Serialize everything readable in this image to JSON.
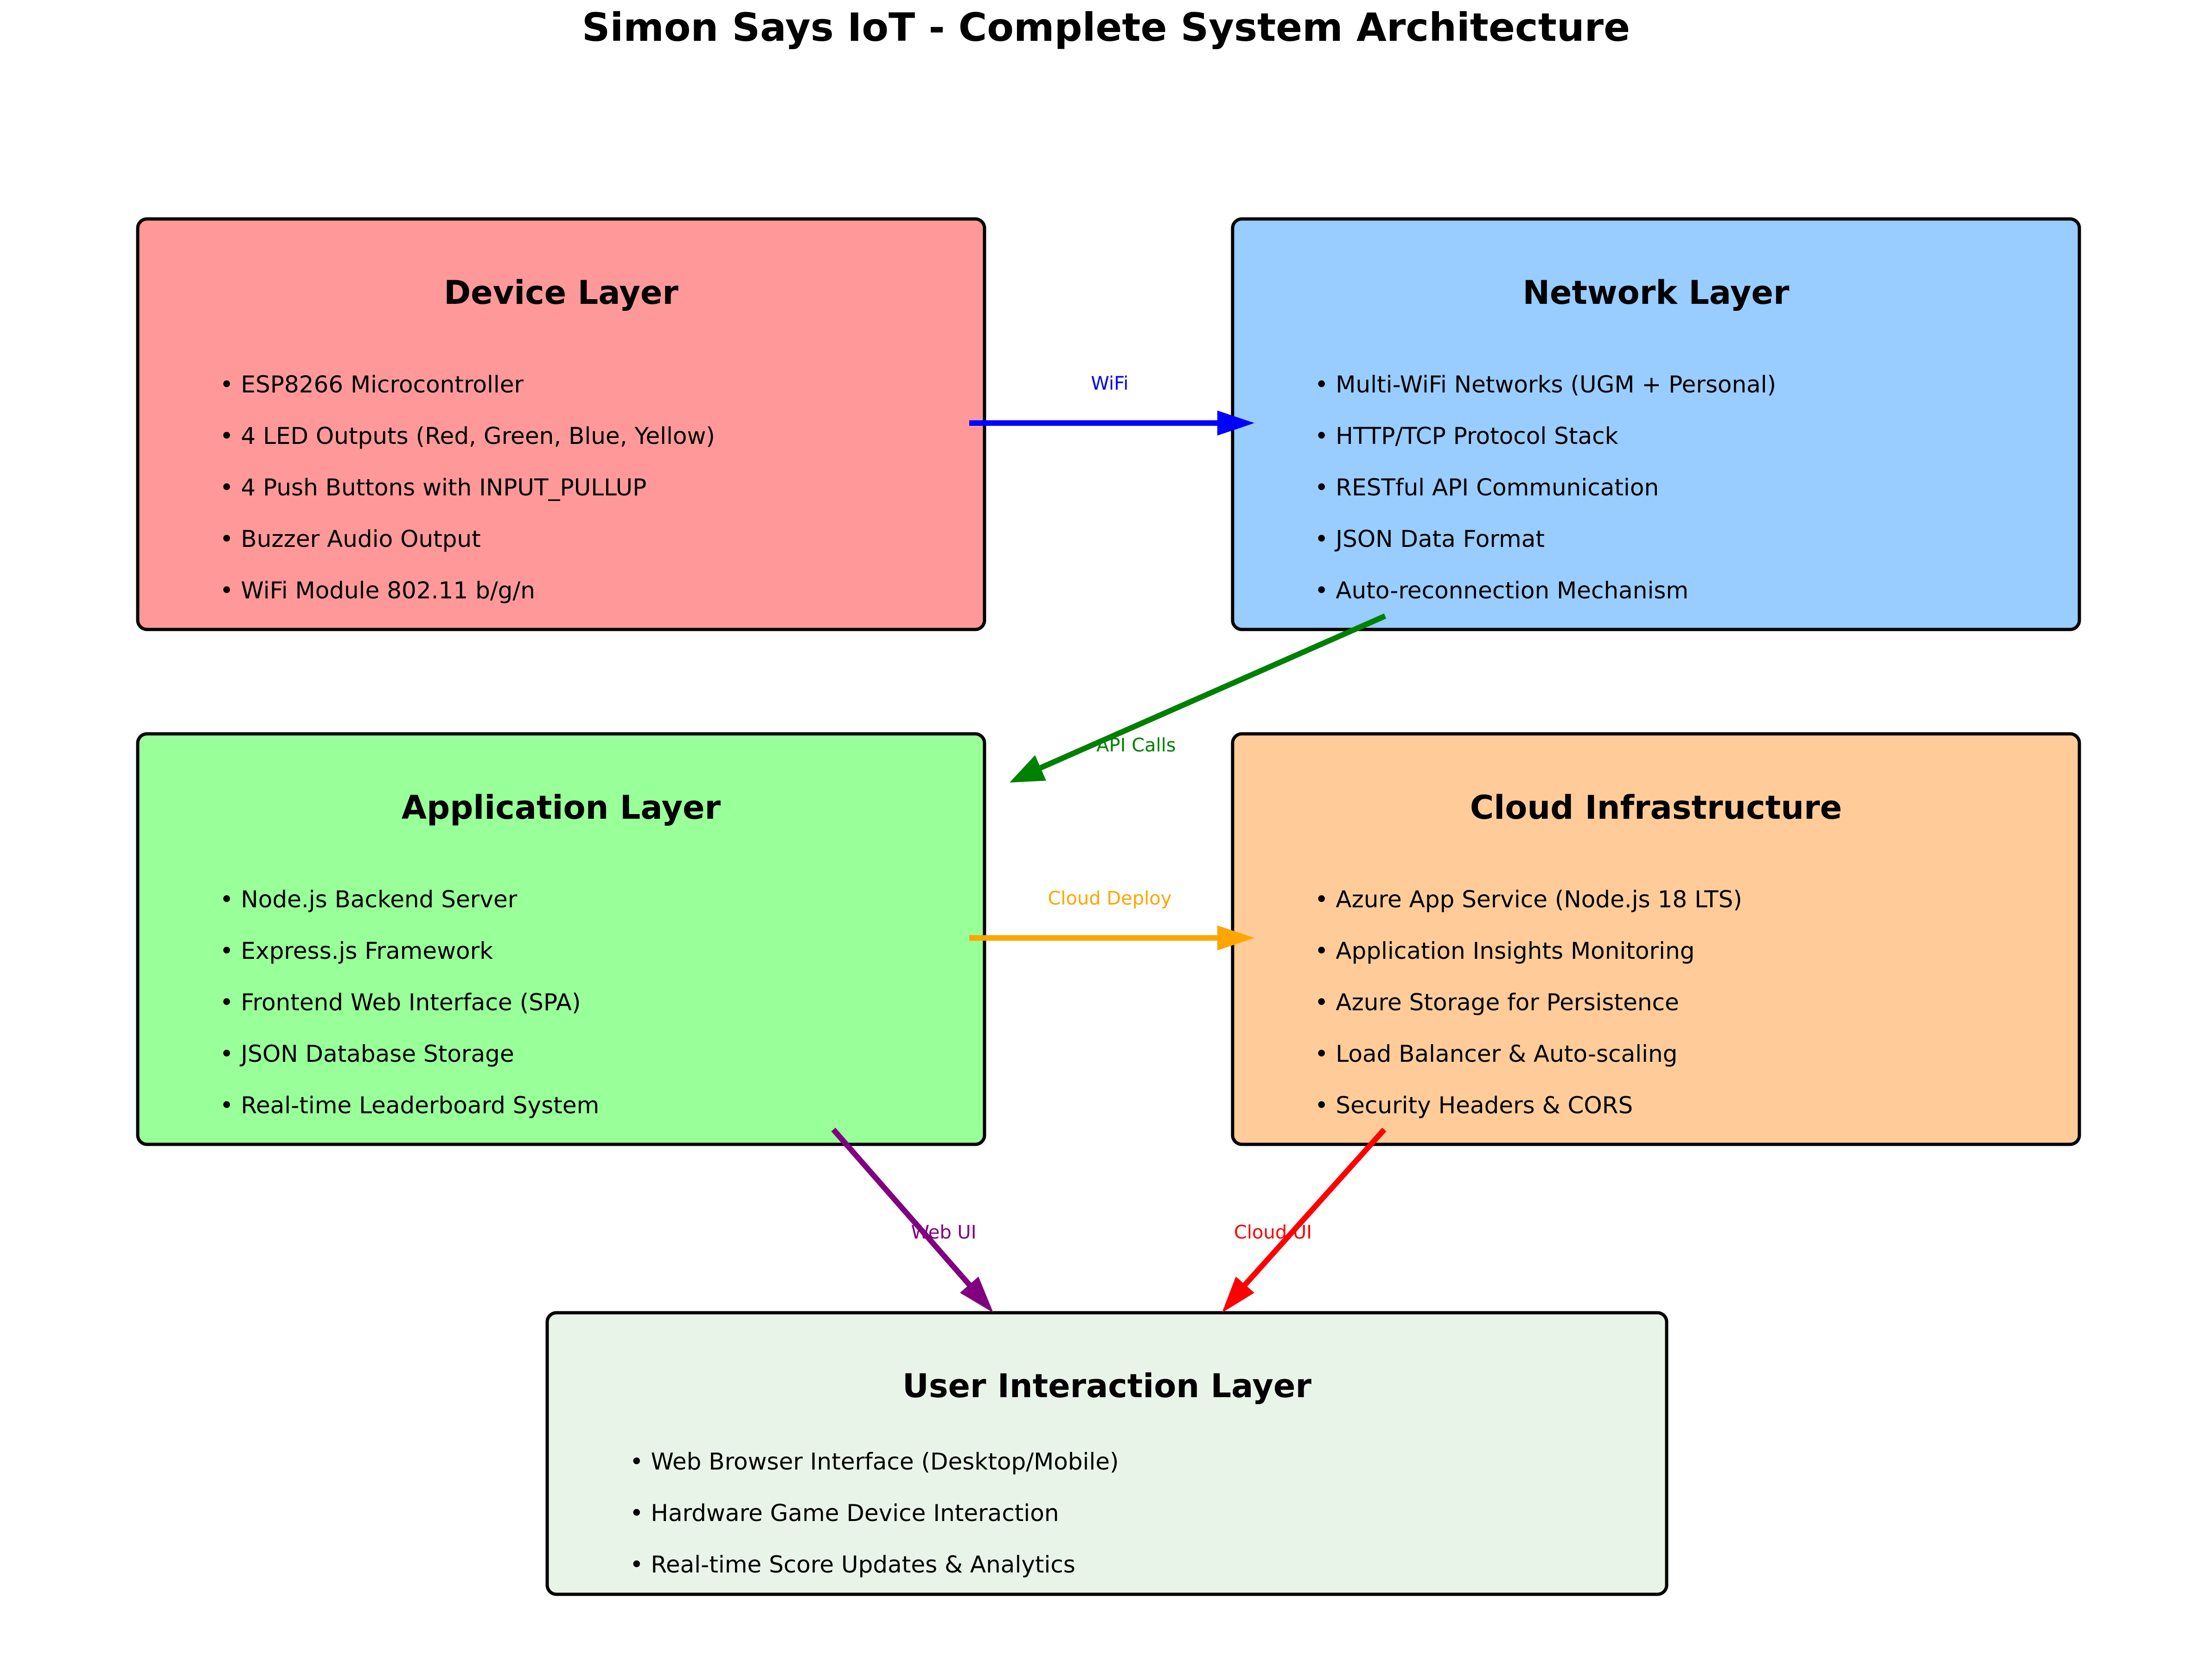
{
  "title": "Simon Says IoT - Complete System Architecture",
  "layers": {
    "device": {
      "title": "Device Layer",
      "color": "#ff9999",
      "items": [
        "• ESP8266 Microcontroller",
        "• 4 LED Outputs (Red, Green, Blue, Yellow)",
        "• 4 Push Buttons with INPUT_PULLUP",
        "• Buzzer Audio Output",
        "• WiFi Module 802.11 b/g/n"
      ]
    },
    "network": {
      "title": "Network Layer",
      "color": "#99ccff",
      "items": [
        "• Multi-WiFi Networks (UGM + Personal)",
        "• HTTP/TCP Protocol Stack",
        "• RESTful API Communication",
        "• JSON Data Format",
        "• Auto-reconnection Mechanism"
      ]
    },
    "application": {
      "title": "Application Layer",
      "color": "#99ff99",
      "items": [
        "• Node.js Backend Server",
        "• Express.js Framework",
        "• Frontend Web Interface (SPA)",
        "• JSON Database Storage",
        "• Real-time Leaderboard System"
      ]
    },
    "cloud": {
      "title": "Cloud Infrastructure",
      "color": "#ffcc99",
      "items": [
        "• Azure App Service (Node.js 18 LTS)",
        "• Application Insights Monitoring",
        "• Azure Storage for Persistence",
        "• Load Balancer & Auto-scaling",
        "• Security Headers & CORS"
      ]
    },
    "user": {
      "title": "User Interaction Layer",
      "color": "#e8f4e8",
      "items": [
        "• Web Browser Interface (Desktop/Mobile)",
        "• Hardware Game Device Interaction",
        "• Real-time Score Updates & Analytics"
      ]
    }
  },
  "connections": [
    {
      "id": "wifi",
      "label": "WiFi",
      "from": "Device Layer",
      "to": "Network Layer",
      "color": "#0000ff"
    },
    {
      "id": "api",
      "label": "API Calls",
      "from": "Network Layer",
      "to": "Application Layer",
      "color": "#008000"
    },
    {
      "id": "deploy",
      "label": "Cloud Deploy",
      "from": "Application Layer",
      "to": "Cloud Infrastructure",
      "color": "#ffa500"
    },
    {
      "id": "webui",
      "label": "Web UI",
      "from": "Application Layer",
      "to": "User Interaction Layer",
      "color": "#800080"
    },
    {
      "id": "cloudui",
      "label": "Cloud UI",
      "from": "Cloud Infrastructure",
      "to": "User Interaction Layer",
      "color": "#ff0000"
    }
  ]
}
